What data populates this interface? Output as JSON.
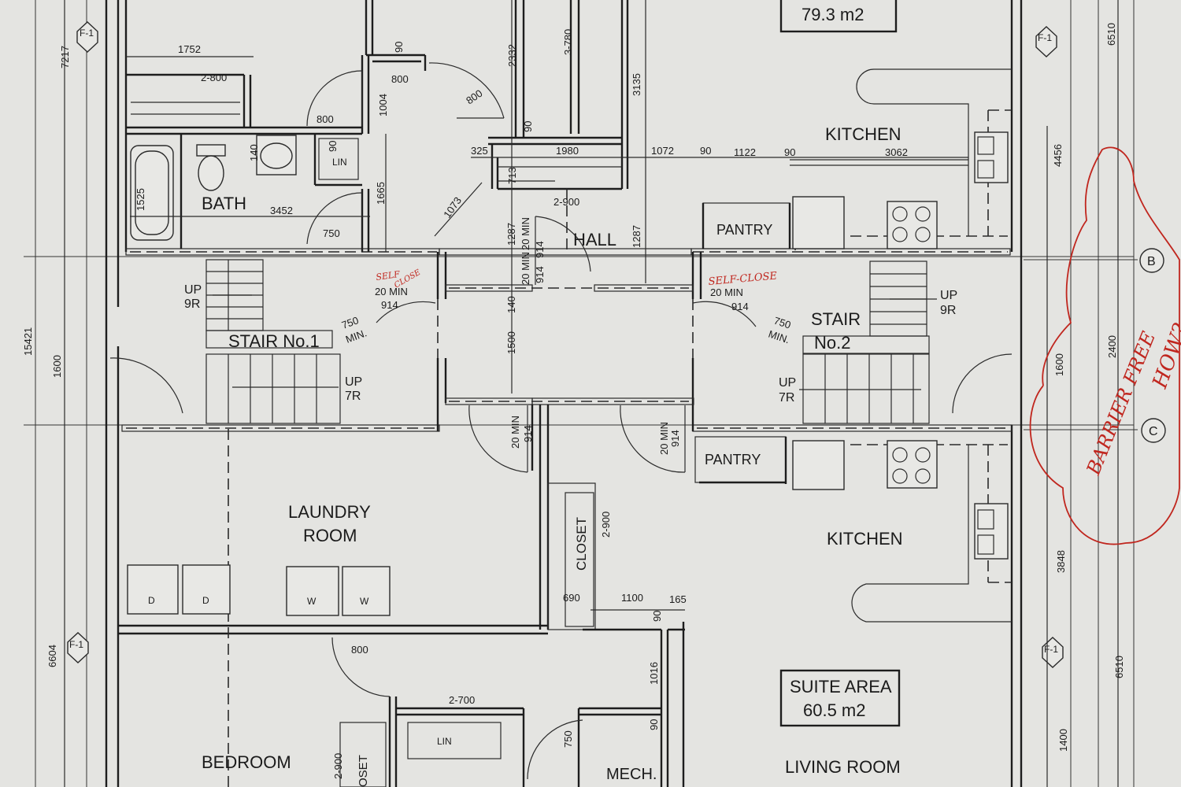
{
  "rooms": {
    "bath": "BATH",
    "hall": "HALL",
    "kitchen_top": "KITCHEN",
    "pantry_top": "PANTRY",
    "stair1": "STAIR No.1",
    "stair2_line1": "STAIR",
    "stair2_line2": "No.2",
    "laundry_line1": "LAUNDRY",
    "laundry_line2": "ROOM",
    "pantry_bottom": "PANTRY",
    "kitchen_bottom": "KITCHEN",
    "closet": "CLOSET",
    "bedroom": "BEDROOM",
    "mech": "MECH.",
    "living": "LIVING ROOM",
    "lin_top": "LIN",
    "lin_bottom": "LIN",
    "closet_bottom": "OSET"
  },
  "areas": {
    "top_area": "79.3 m2",
    "suite_label": "SUITE AREA",
    "suite_area": "60.5 m2"
  },
  "fixtures": {
    "dryer": "D",
    "washer": "W"
  },
  "stairs": {
    "s1_up_top": "UP",
    "s1_risers_top": "9R",
    "s1_up_bottom": "UP",
    "s1_risers_bottom": "7R",
    "s2_up_top": "UP",
    "s2_risers_top": "9R",
    "s2_up_bottom": "UP",
    "s2_risers_bottom": "7R"
  },
  "grid_markers": {
    "f1": "F-1",
    "b": "B",
    "c": "C"
  },
  "dimensions": {
    "d1752": "1752",
    "d2800a": "2-800",
    "d800a": "800",
    "d800b": "800",
    "d800c": "800",
    "d90a": "90",
    "d140a": "140",
    "d90b": "90",
    "d1004": "1004",
    "d1665": "1665",
    "d1525": "1525",
    "d3452": "3452",
    "d750a": "750",
    "d2332": "2332",
    "d3780": "3-780",
    "d3135": "3135",
    "d90c": "90",
    "d325": "325",
    "d1980": "1980",
    "d713": "713",
    "d1073": "1073",
    "d2900a": "2-900",
    "d1072": "1072",
    "d90d": "90",
    "d1122": "1122",
    "d90e": "90",
    "d3062": "3062",
    "d4456": "4456",
    "d6510a": "6510",
    "d6510b": "6510",
    "d7217": "7217",
    "d15421": "15421",
    "d1600a": "1600",
    "d1600b": "1600",
    "d2400": "2400",
    "d1287a": "1287",
    "d1287b": "1287",
    "d20min_a": "20 MIN",
    "d914_a": "914",
    "d20min_b": "20 MIN",
    "d914_b": "914",
    "d20min_c": "20 MIN",
    "d914_c": "914",
    "d750b": "750",
    "dmin_b": "MIN.",
    "d20min_d": "20 MIN",
    "d914_d": "914",
    "d750c": "750",
    "dmin_c": "MIN.",
    "d140b": "140",
    "d1500": "1500",
    "d20min_e": "20 MIN",
    "d914_e": "914",
    "d20min_f": "20 MIN",
    "d914_f": "914",
    "d2900b": "2-900",
    "d690": "690",
    "d1100": "1100",
    "d165": "165",
    "d90f": "90",
    "d1016": "1016",
    "d90g": "90",
    "d3848": "3848",
    "d6604": "6604",
    "d2700": "2-700",
    "d750d": "750",
    "d2900c": "2-900",
    "d1400": "1400"
  },
  "annotations": {
    "self_close_1a": "SELF",
    "self_close_1b": "CLOSE",
    "self_close_2": "SELF-CLOSE",
    "barrier_free": "BARRIER FREE",
    "how": "HOW?"
  }
}
